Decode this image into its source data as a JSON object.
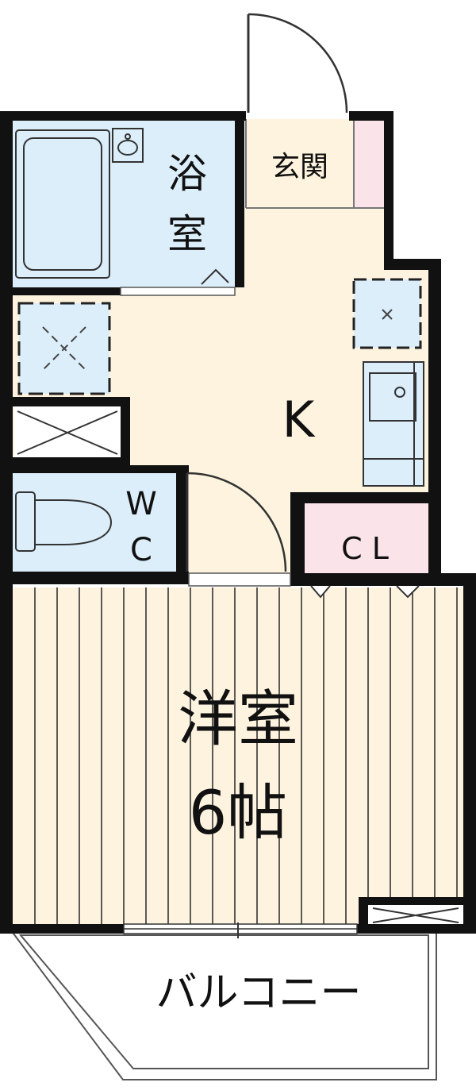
{
  "colors": {
    "wall": "#111111",
    "floor_beige": "#fdf3df",
    "wet_blue": "#dceefa",
    "closet_pink": "#fbe3ea",
    "white": "#ffffff",
    "line_gray": "#666666"
  },
  "rooms": {
    "bath": {
      "label_1": "浴",
      "label_2": "室"
    },
    "entrance": {
      "label": "玄関"
    },
    "kitchen": {
      "label": "K"
    },
    "toilet": {
      "label_1": "W",
      "label_2": "C"
    },
    "closet": {
      "label": "C L"
    },
    "western_room": {
      "label_1": "洋室",
      "label_2": "6帖"
    },
    "balcony": {
      "label": "バルコニー"
    }
  },
  "icons": {
    "bathtub": "bathtub-icon",
    "sink": "sink-icon",
    "toilet": "toilet-icon",
    "kitchen_sink": "kitchen-sink-icon",
    "storage": "storage-x-icon"
  }
}
